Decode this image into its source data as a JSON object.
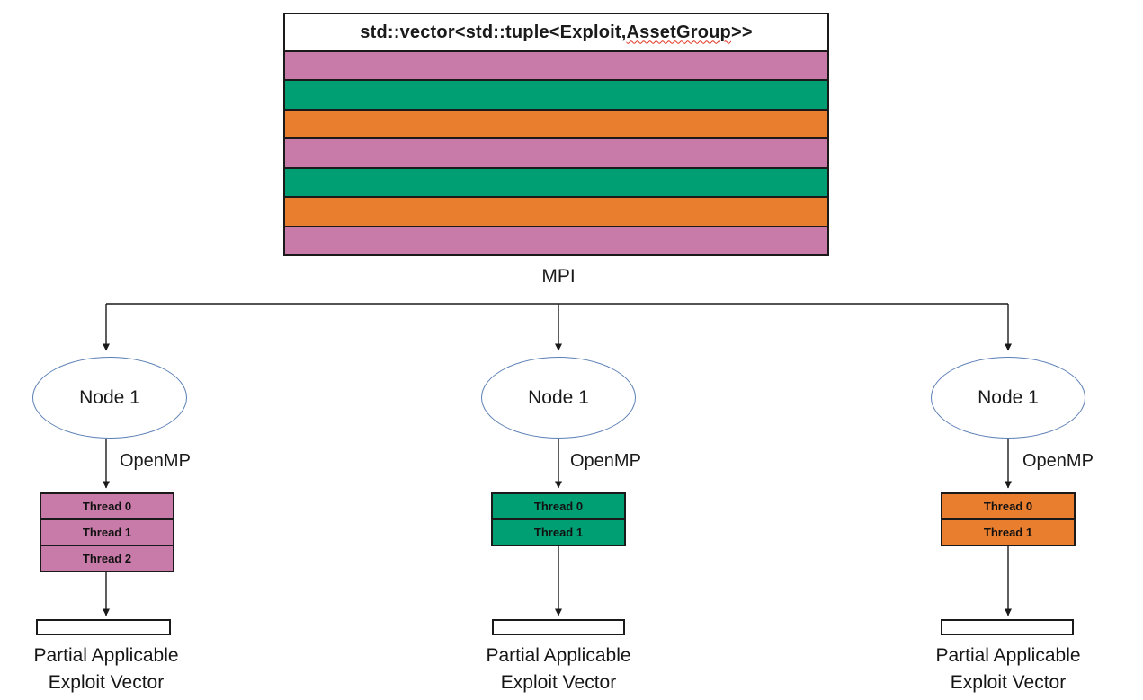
{
  "stack": {
    "title_prefix": "std::vector<std::tuple<Exploit, ",
    "title_misspelled": "AssetGroup",
    "title_suffix": ">>",
    "row_colors": [
      "pink",
      "green",
      "orange",
      "pink",
      "green",
      "orange",
      "pink"
    ]
  },
  "mpi_label": "MPI",
  "openmp_label": "OpenMP",
  "colors": {
    "pink": "#C87BA8",
    "green": "#009E73",
    "orange": "#EA7E2F",
    "ellipse_border": "#5B7FB5",
    "line": "#1A1A1A",
    "spellcheck_underline": "#E0321E"
  },
  "nodes": [
    {
      "label": "Node 1",
      "color": "pink",
      "threads": [
        "Thread 0",
        "Thread 1",
        "Thread 2"
      ],
      "caption_line1": "Partial Applicable",
      "caption_line2": "Exploit Vector"
    },
    {
      "label": "Node 1",
      "color": "green",
      "threads": [
        "Thread 0",
        "Thread 1"
      ],
      "caption_line1": "Partial Applicable",
      "caption_line2": "Exploit Vector"
    },
    {
      "label": "Node 1",
      "color": "orange",
      "threads": [
        "Thread 0",
        "Thread 1"
      ],
      "caption_line1": "Partial Applicable",
      "caption_line2": "Exploit Vector"
    }
  ]
}
